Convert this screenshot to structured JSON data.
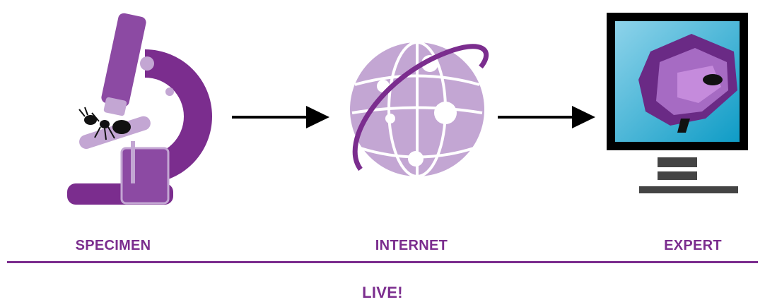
{
  "steps": [
    {
      "label": "SPECIMEN",
      "icon": "microscope-icon"
    },
    {
      "label": "INTERNET",
      "icon": "globe-network-icon"
    },
    {
      "label": "EXPERT",
      "icon": "monitor-icon"
    }
  ],
  "footer": {
    "label": "LIVE!"
  },
  "colors": {
    "purple_dark": "#7b2d8e",
    "purple_mid": "#8c4aa3",
    "purple_light": "#c3a6d3",
    "screen_blue": "#1fa6c9",
    "black": "#000000",
    "gray": "#444444"
  }
}
